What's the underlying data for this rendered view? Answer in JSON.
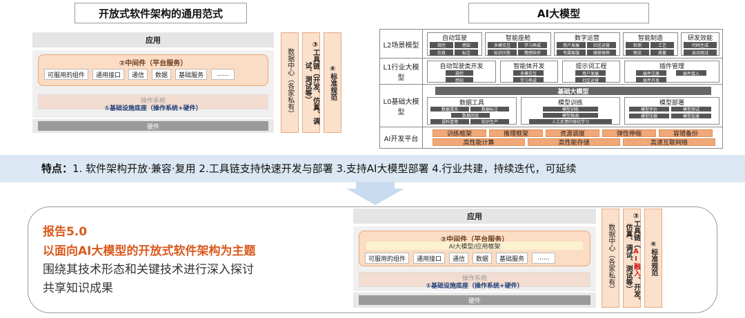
{
  "left_panel": {
    "title": "开放式软件架构的通用范式",
    "app_layer": "应用",
    "middleware_title": "②中间件（平台服务）",
    "middleware_items": [
      "可服用的组件",
      "通用接口",
      "通信",
      "数据",
      "基础服务",
      "......"
    ],
    "os_label": "操作系统",
    "infra_label": "①基础设施底座（操作系统+硬件）",
    "hardware_label": "硬件",
    "side_data_center": "数据中心（各家私有）",
    "side_toolchain": "③工具链（开发、仿真、调试、测试等）",
    "side_standards": "④标准规范"
  },
  "right_panel": {
    "title": "AI大模型",
    "l2": {
      "label": "L2场景模型",
      "groups": [
        {
          "name": "自动驾驶",
          "items": [
            "规控",
            "感知",
            "仿真",
            "标注"
          ]
        },
        {
          "name": "智能座舱",
          "items": [
            "多模交互",
            "学习养成",
            "知识问答",
            "情感陪伴"
          ]
        },
        {
          "name": "数字运营",
          "items": [
            "用户发展",
            "社区运营",
            "专属客服",
            "维修保养"
          ]
        },
        {
          "name": "智能制造",
          "items": [
            "检测",
            "工艺",
            "物流",
            "质量"
          ]
        },
        {
          "name": "研发效能",
          "items": [
            "代码生成",
            "自动测试"
          ]
        }
      ]
    },
    "l1": {
      "label": "L1行业大模型",
      "groups": [
        {
          "name": "自动驾驶类开发",
          "items": [
            "规控",
            "感知"
          ]
        },
        {
          "name": "智能体开发",
          "items": [
            "多模交互",
            "学习养成"
          ]
        },
        {
          "name": "提示词工程",
          "items": [
            "用户发展",
            "社区运营"
          ]
        },
        {
          "name": "插件管理",
          "items": [
            "插件注册",
            "插件接入",
            "插件开发"
          ]
        }
      ]
    },
    "l0": {
      "label": "L0基础大模型",
      "header": "基础大模型",
      "groups": [
        {
          "name": "数据工具",
          "items": [
            "数据清洗",
            "数据标注",
            "数据回流",
            "语料管理",
            "知识生产"
          ]
        },
        {
          "name": "模型训练",
          "items": [
            "模型训练",
            "模型微调",
            "人工反馈的强化学习"
          ]
        },
        {
          "name": "模型部署",
          "items": [
            "模型评价",
            "模型测试",
            "模型压缩",
            "模型加速"
          ]
        }
      ]
    },
    "ai_platform": {
      "label": "AI开发平台",
      "row1": [
        "训练框架",
        "推理框架",
        "资源调度",
        "弹性伸缩",
        "容错备份"
      ],
      "row2": [
        "高性能计算",
        "高性能存储",
        "高速互联网络"
      ]
    }
  },
  "features": {
    "label": "特点：",
    "text": "1. 软件架构开放·兼容·复用  2.工具链支持快速开发与部署  3.支持AI大模型部署  4.行业共建，持续迭代，可延续"
  },
  "report": {
    "number": "报告5.0",
    "headline": "以面向AI大模型的开放式软件架构为主题",
    "line2": "围绕其技术形态和关键技术进行深入探讨",
    "line3": "共享知识成果"
  },
  "bottom_panel": {
    "app_layer": "应用",
    "middleware_title": "②中间件（平台服务）",
    "middleware_sub": "AI大模型/应用框架",
    "middleware_items": [
      "可服用的组件",
      "通用接口",
      "通信",
      "数据",
      "基础服务",
      "......"
    ],
    "os_label": "操作系统",
    "infra_label": "①基础设施底座（操作系统+硬件）",
    "hardware_label": "硬件",
    "side_data_center": "数据中心（各家私有）",
    "side_toolchain_a": "③工具链（",
    "side_toolchain_red": "AI融入",
    "side_toolchain_b": "、开发、仿真、调试、测试等）",
    "side_standards": "④标准规范"
  }
}
